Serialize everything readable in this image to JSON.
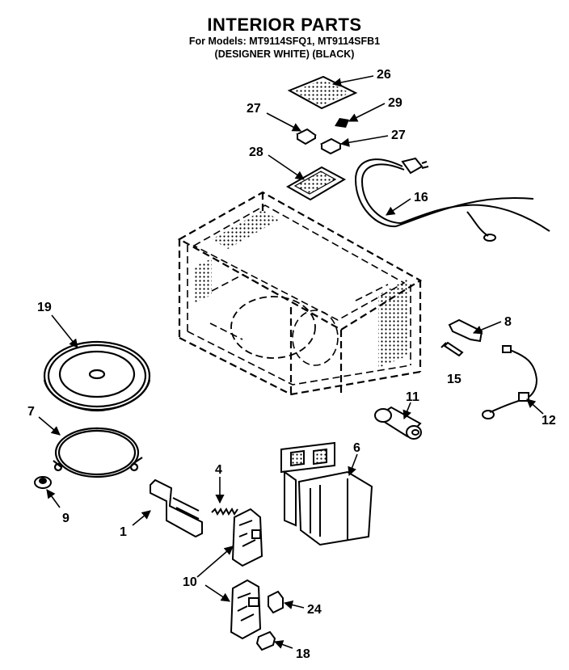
{
  "header": {
    "title": "INTERIOR PARTS",
    "models_line": "For Models: MT9114SFQ1, MT9114SFB1",
    "colors_line": "(DESIGNER WHITE)  (BLACK)"
  },
  "callouts": [
    {
      "id": "p26",
      "label": "26",
      "part": "waveguide-cover"
    },
    {
      "id": "p29",
      "label": "29",
      "part": "clip"
    },
    {
      "id": "p27a",
      "label": "27",
      "part": "light-socket"
    },
    {
      "id": "p27b",
      "label": "27",
      "part": "light-socket"
    },
    {
      "id": "p28",
      "label": "28",
      "part": "vent-grille"
    },
    {
      "id": "p16",
      "label": "16",
      "part": "power-cord"
    },
    {
      "id": "p19",
      "label": "19",
      "part": "turntable-tray"
    },
    {
      "id": "p8",
      "label": "8",
      "part": "bracket"
    },
    {
      "id": "p15",
      "label": "15",
      "part": "screw"
    },
    {
      "id": "p12",
      "label": "12",
      "part": "wire-harness"
    },
    {
      "id": "p11",
      "label": "11",
      "part": "capacitor"
    },
    {
      "id": "p7",
      "label": "7",
      "part": "roller-ring"
    },
    {
      "id": "p6",
      "label": "6",
      "part": "shield-bracket"
    },
    {
      "id": "p9",
      "label": "9",
      "part": "coupler"
    },
    {
      "id": "p4",
      "label": "4",
      "part": "spring"
    },
    {
      "id": "p1",
      "label": "1",
      "part": "latch-lever"
    },
    {
      "id": "p10",
      "label": "10",
      "part": "switch-holder"
    },
    {
      "id": "p24",
      "label": "24",
      "part": "switch"
    },
    {
      "id": "p18",
      "label": "18",
      "part": "switch"
    }
  ]
}
